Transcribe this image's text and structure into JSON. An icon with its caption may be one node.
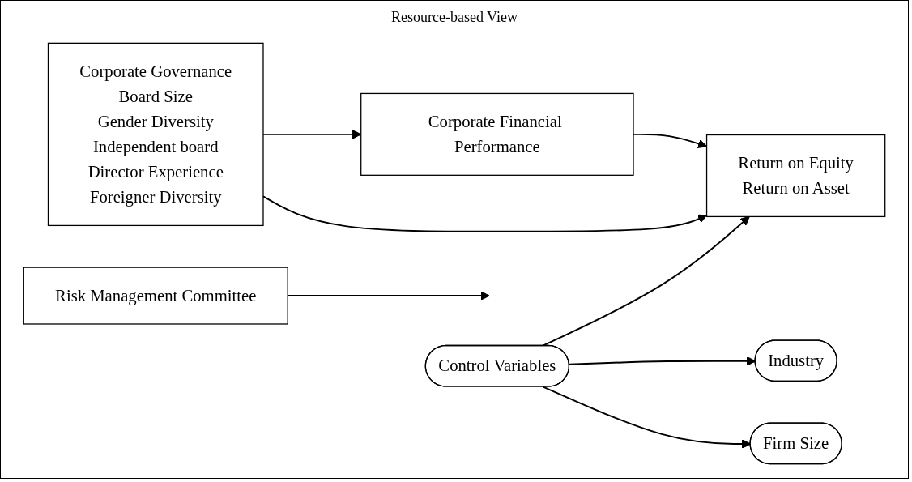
{
  "diagram": {
    "title": "Resource-based View",
    "nodes": [
      {
        "text": [
          "Corporate Governance",
          "Board Size",
          "Gender Diversity",
          "Independent board",
          "Director Experience",
          "Foreigner Diversity"
        ]
      },
      {
        "text": [
          "Corporate Financial Performance"
        ]
      },
      {
        "text": [
          "Return on Equity",
          "Return on Asset"
        ]
      },
      {
        "text": [
          "Risk Management Committee"
        ]
      },
      {
        "text": [
          "Control Variables"
        ]
      },
      {
        "text": [
          "Industry"
        ]
      },
      {
        "text": [
          "Firm Size"
        ]
      }
    ],
    "edges": [
      {
        "from": 0,
        "to": 1,
        "arrow": "to"
      },
      {
        "from": 1,
        "to": 2,
        "arrow": "to"
      },
      {
        "from": 0,
        "to": 2,
        "arrow": "to"
      },
      {
        "from": 3,
        "to": null,
        "arrow": "to"
      },
      {
        "from": 4,
        "to": 2,
        "arrow": "to"
      },
      {
        "from": 4,
        "to": 5,
        "arrow": "to"
      },
      {
        "from": 4,
        "to": 6,
        "arrow": "to"
      }
    ]
  }
}
